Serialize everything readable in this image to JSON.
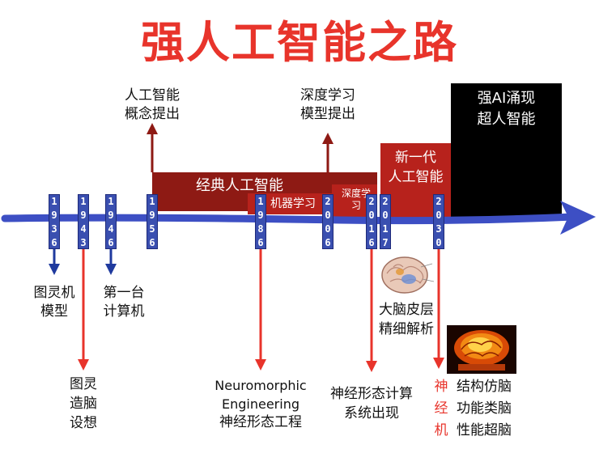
{
  "title": "强人工智能之路",
  "years": [
    "1936",
    "1943",
    "1946",
    "1956",
    "1986",
    "2006",
    "2016",
    "2017",
    "2030"
  ],
  "bands": {
    "classic_ai": "经典人工智能",
    "machine_learning": "机器学习",
    "deep_learning": "深度学习",
    "new_gen_line1": "新一代",
    "new_gen_line2": "人工智能",
    "strong_ai_line1": "强AI涌现",
    "strong_ai_line2": "超人智能"
  },
  "above": {
    "ai_concept_line1": "人工智能",
    "ai_concept_line2": "概念提出",
    "deep_model_line1": "深度学习",
    "deep_model_line2": "模型提出"
  },
  "below": {
    "turing_line1": "图灵机",
    "turing_line2": "模型",
    "brain_line1": "图灵",
    "brain_line2": "造脑",
    "brain_line3": "设想",
    "computer_line1": "第一台",
    "computer_line2": "计算机",
    "neuro_line1": "Neuromorphic",
    "neuro_line2": "Engineering",
    "neuro_line3": "神经形态工程",
    "cortex_line1": "大脑皮层",
    "cortex_line2": "精细解析",
    "neuro_comp_line1": "神经形态计算",
    "neuro_comp_line2": "系统出现",
    "machine_v1": "神",
    "machine_v2": "经",
    "machine_v3": "机",
    "machine_r1": "结构仿脑",
    "machine_r2": "功能类脑",
    "machine_r3": "性能超脑"
  },
  "colors": {
    "title": "#e8342b",
    "band_dark_red": "#8e1a14",
    "band_red": "#b7221c",
    "band_black": "#000000",
    "timeline": "#3d4fc4",
    "arrow_red": "#e8342b",
    "arrow_blue": "#1f3a9e",
    "arrow_dark_red": "#8e1a14"
  },
  "icons": [
    "brain-illustration",
    "glowing-chip-brain"
  ]
}
